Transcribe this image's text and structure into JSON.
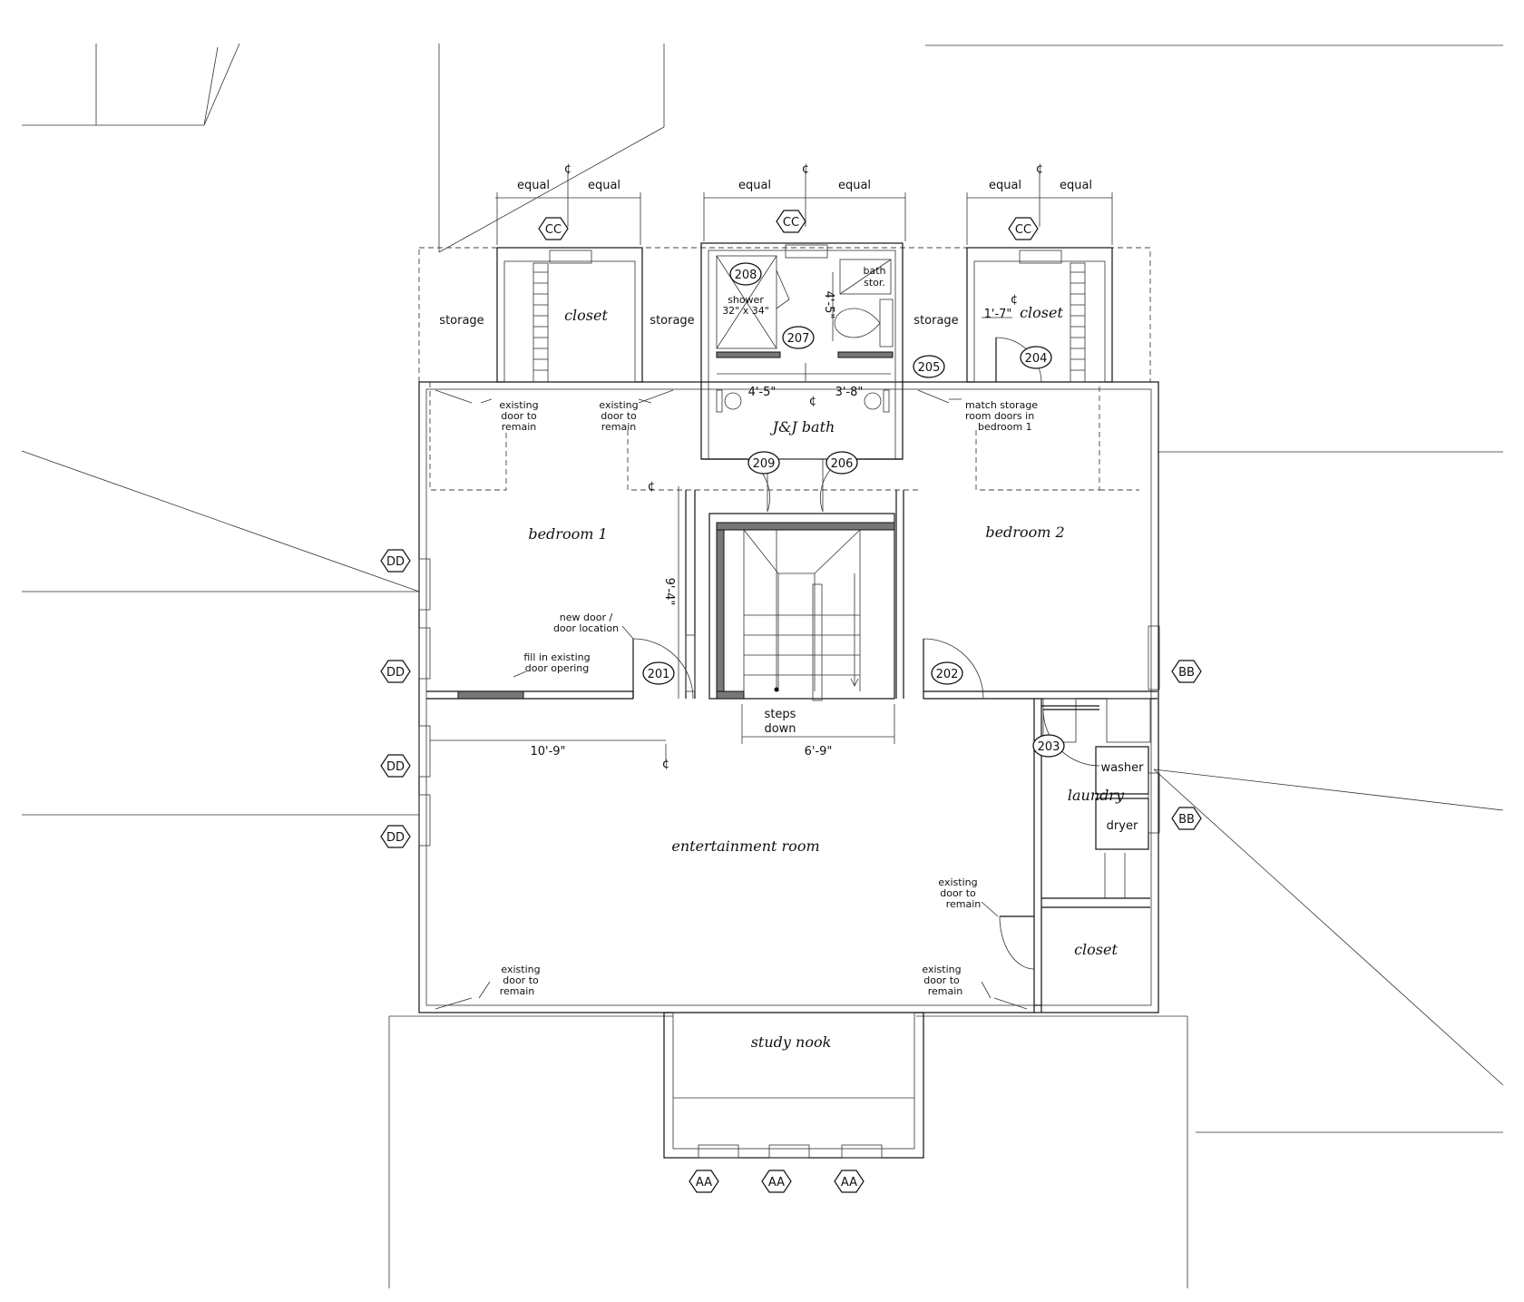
{
  "rooms": {
    "closet_left": "closet",
    "closet_right": "closet",
    "closet_lower": "closet",
    "storage_1": "storage",
    "storage_2": "storage",
    "storage_3": "storage",
    "jj_bath": "J&J bath",
    "bedroom_1": "bedroom 1",
    "bedroom_2": "bedroom 2",
    "entertainment": "entertainment room",
    "laundry": "laundry",
    "study": "study nook",
    "washer": "washer",
    "dryer": "dryer",
    "bath_stor_1": "bath",
    "bath_stor_2": "stor.",
    "shower_1": "shower",
    "shower_2": "32\" x 34\"",
    "steps_1": "steps",
    "steps_2": "down"
  },
  "door_tags": {
    "d201": "201",
    "d202": "202",
    "d203": "203",
    "d204": "204",
    "d205": "205",
    "d206": "206",
    "d207": "207",
    "d208": "208",
    "d209": "209"
  },
  "window_tags": {
    "cc": "CC",
    "dd": "DD",
    "bb": "BB",
    "aa": "AA"
  },
  "dimensions": {
    "equal": "equal",
    "cl": "¢",
    "d_4_5": "4'-5\"",
    "d_3_8": "3'-8\"",
    "d_9_4": "9'-4\"",
    "d_1_7": "1'-7\"",
    "d_10_9": "10'-9\"",
    "d_6_9": "6'-9\""
  },
  "notes": {
    "existing_1": "existing",
    "existing_2": "door to",
    "existing_3": "remain",
    "match_1": "match storage",
    "match_2": "room doors in",
    "match_3": "bedroom 1",
    "new_1": "new door /",
    "new_2": "door location",
    "fill_1": "fill in existing",
    "fill_2": "door opering"
  }
}
